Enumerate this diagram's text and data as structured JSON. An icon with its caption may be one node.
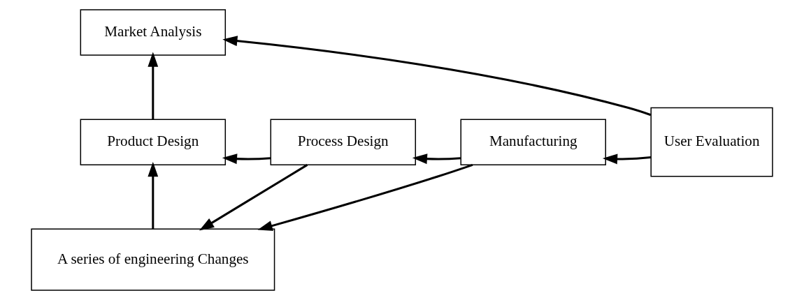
{
  "diagram": {
    "nodes": [
      {
        "text": [
          "Market Analysis"
        ]
      },
      {
        "text": [
          "Product Design"
        ]
      },
      {
        "text": [
          "Process Design"
        ]
      },
      {
        "text": [
          "Manufacturing"
        ]
      },
      {
        "text": [
          "User Evaluation"
        ]
      },
      {
        "text": [
          "A series of engineering Changes"
        ]
      }
    ],
    "edges": [
      {
        "from": 1,
        "to": 0,
        "arrow": "to"
      },
      {
        "from": 4,
        "to": 0,
        "arrow": "to"
      },
      {
        "from": 2,
        "to": 1,
        "arrow": "to"
      },
      {
        "from": 3,
        "to": 2,
        "arrow": "to"
      },
      {
        "from": 4,
        "to": 3,
        "arrow": "to"
      },
      {
        "from": 2,
        "to": 5,
        "arrow": "to"
      },
      {
        "from": 3,
        "to": 5,
        "arrow": "to"
      },
      {
        "from": 5,
        "to": 1,
        "arrow": "to"
      }
    ]
  }
}
